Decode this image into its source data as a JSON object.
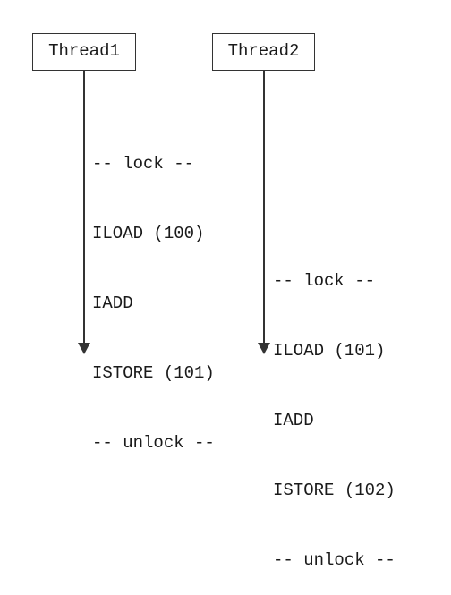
{
  "threads": [
    {
      "name": "Thread1",
      "ops": [
        "-- lock --",
        "ILOAD (100)",
        "IADD",
        "ISTORE (101)",
        "-- unlock --"
      ]
    },
    {
      "name": "Thread2",
      "ops": [
        "-- lock --",
        "ILOAD (101)",
        "IADD",
        "ISTORE (102)",
        "-- unlock --"
      ]
    }
  ]
}
